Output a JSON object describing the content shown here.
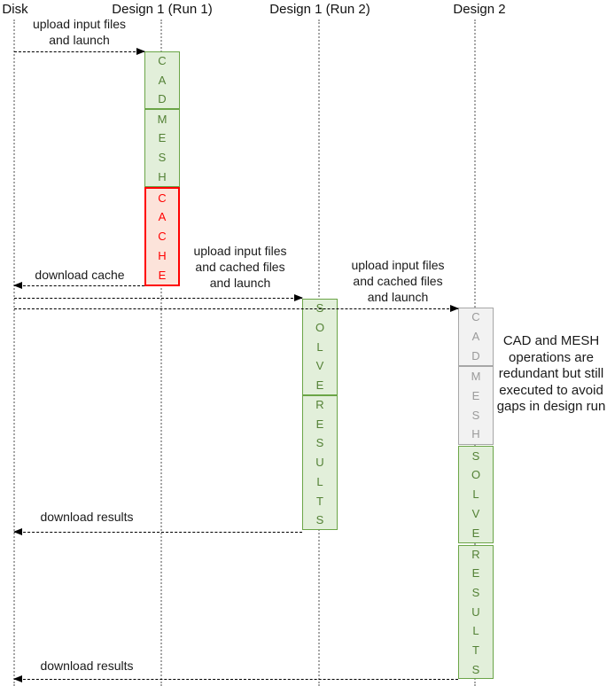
{
  "diagram_type": "sequence-workflow",
  "columns": [
    {
      "label": "Disk"
    },
    {
      "label": "Design 1 (Run 1)"
    },
    {
      "label": "Design 1 (Run 2)"
    },
    {
      "label": "Design 2"
    }
  ],
  "boxes": [
    {
      "label": "CAD",
      "column": "Design 1 (Run 1)",
      "kind": "green"
    },
    {
      "label": "MESH",
      "column": "Design 1 (Run 1)",
      "kind": "green"
    },
    {
      "label": "CACHE",
      "column": "Design 1 (Run 1)",
      "kind": "red"
    },
    {
      "label": "SOLVE",
      "column": "Design 1 (Run 2)",
      "kind": "green"
    },
    {
      "label": "RESULTS",
      "column": "Design 1 (Run 2)",
      "kind": "green"
    },
    {
      "label": "CAD",
      "column": "Design 2",
      "kind": "gray"
    },
    {
      "label": "MESH",
      "column": "Design 2",
      "kind": "gray"
    },
    {
      "label": "SOLVE",
      "column": "Design 2",
      "kind": "green"
    },
    {
      "label": "RESULTS",
      "column": "Design 2",
      "kind": "green"
    }
  ],
  "arrows": [
    {
      "label": "upload input files\nand launch",
      "from": "Disk",
      "to": "Design 1 (Run 1)",
      "direction": "right"
    },
    {
      "label": "download cache",
      "from": "Design 1 (Run 1)",
      "to": "Disk",
      "direction": "left"
    },
    {
      "label": "upload input files\nand cached files\nand launch",
      "from": "Disk",
      "to": "Design 1 (Run 2)",
      "direction": "right"
    },
    {
      "label": "upload input files\nand cached files\nand launch",
      "from": "Disk",
      "to": "Design 2",
      "direction": "right"
    },
    {
      "label": "download results",
      "from": "Design 1 (Run 2)",
      "to": "Disk",
      "direction": "left"
    },
    {
      "label": "download results",
      "from": "Design 2",
      "to": "Disk",
      "direction": "left"
    }
  ],
  "annotation": "CAD and MESH\noperations are\nredundant but still\nexecuted to avoid\ngaps in design run",
  "colors": {
    "executed_fill": "#e2efda",
    "executed_border": "#6ba547",
    "executed_text": "#538135",
    "cache_fill": "#fce3da",
    "cache_border": "#ff0000",
    "cache_text": "#ff0000",
    "redundant_fill": "#f2f2f2",
    "redundant_border": "#a6a6a6",
    "redundant_text": "#9a9a9a",
    "lifeline": "#a6a6a6",
    "arrow": "#000000"
  }
}
